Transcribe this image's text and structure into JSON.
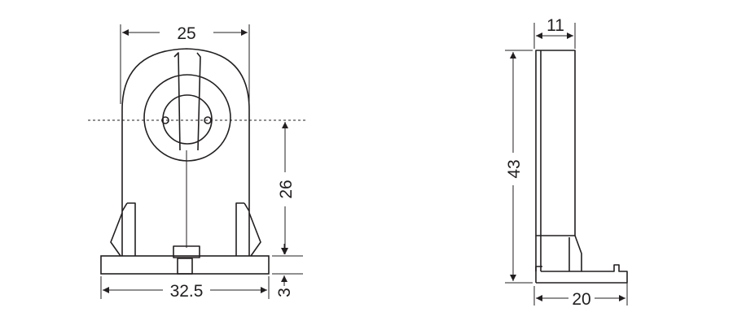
{
  "dimensions": {
    "front_top_width": "25",
    "front_center_height": "26",
    "front_base_width": "32.5",
    "front_base_thickness": "3",
    "side_top_width": "11",
    "side_height": "43",
    "side_base_width": "20"
  },
  "colors": {
    "line": "#231f20",
    "background": "#ffffff"
  }
}
